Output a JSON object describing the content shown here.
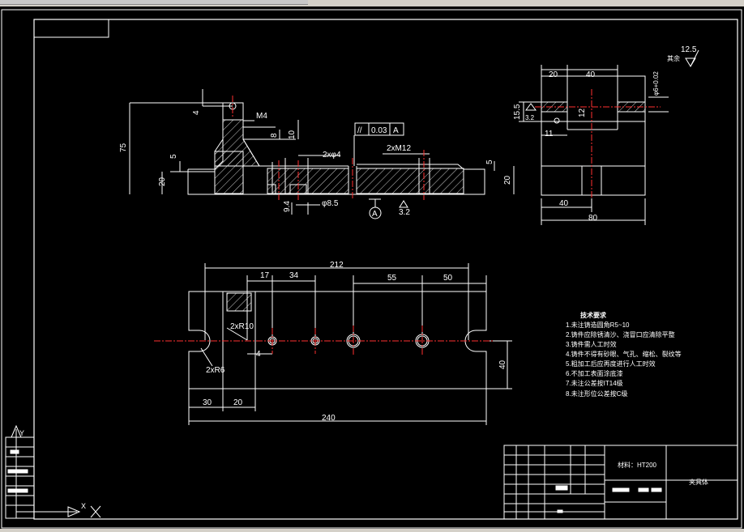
{
  "drawing": {
    "side_view": {
      "dims": {
        "h75": "75",
        "h20": "20",
        "h5": "5",
        "d4": "4",
        "m4": "M4",
        "d8": "8",
        "d10": "10",
        "holes_2x4": "2xφ4",
        "d9_4": "9.4",
        "phi8_5": "φ8.5",
        "m12": "2xM12",
        "r5": "5",
        "r20": "20"
      },
      "tolerance": {
        "symbol": "//",
        "value": "0.03",
        "datum": "A"
      },
      "datum_label": "A",
      "roughness": "3.2"
    },
    "end_view": {
      "dims": {
        "w20": "20",
        "w40": "40",
        "h15_5": "15.5",
        "d12": "12",
        "d11": "11",
        "hole": "φ6+0.02",
        "b40": "40",
        "b80": "80"
      },
      "roughness": "3.2"
    },
    "roughness_corner": {
      "value": "12.5",
      "label": "其余"
    },
    "plan_view": {
      "dims": {
        "d17": "17",
        "d34": "34",
        "d212": "212",
        "d55": "55",
        "d50": "50",
        "r10": "2xR10",
        "d4": "4",
        "r6": "2xR6",
        "d40": "40",
        "d30": "30",
        "d20": "20",
        "d240": "240"
      }
    },
    "notes": {
      "title": "技术要求",
      "items": [
        "1.未注铸造圆角R5~10",
        "2.铸件应除锈清沙、浇冒口应清除平整",
        "3.铸件需人工时效",
        "4.铸件不得有砂眼、气孔、缩松、裂纹等",
        "5.粗加工后应再度进行人工时效",
        "6.不加工表面涂底漆",
        "7.未注公差按IT14级",
        "8.未注形位公差按C级"
      ]
    },
    "title_block": {
      "material": "材料：HT200",
      "part_name": "夹具体"
    },
    "colors": {
      "line": "#ffffff",
      "center": "#ff3030",
      "dim": "#ffffff",
      "hatch": "#ffffff"
    }
  },
  "ucs": {
    "y": "Y",
    "x": "X"
  }
}
